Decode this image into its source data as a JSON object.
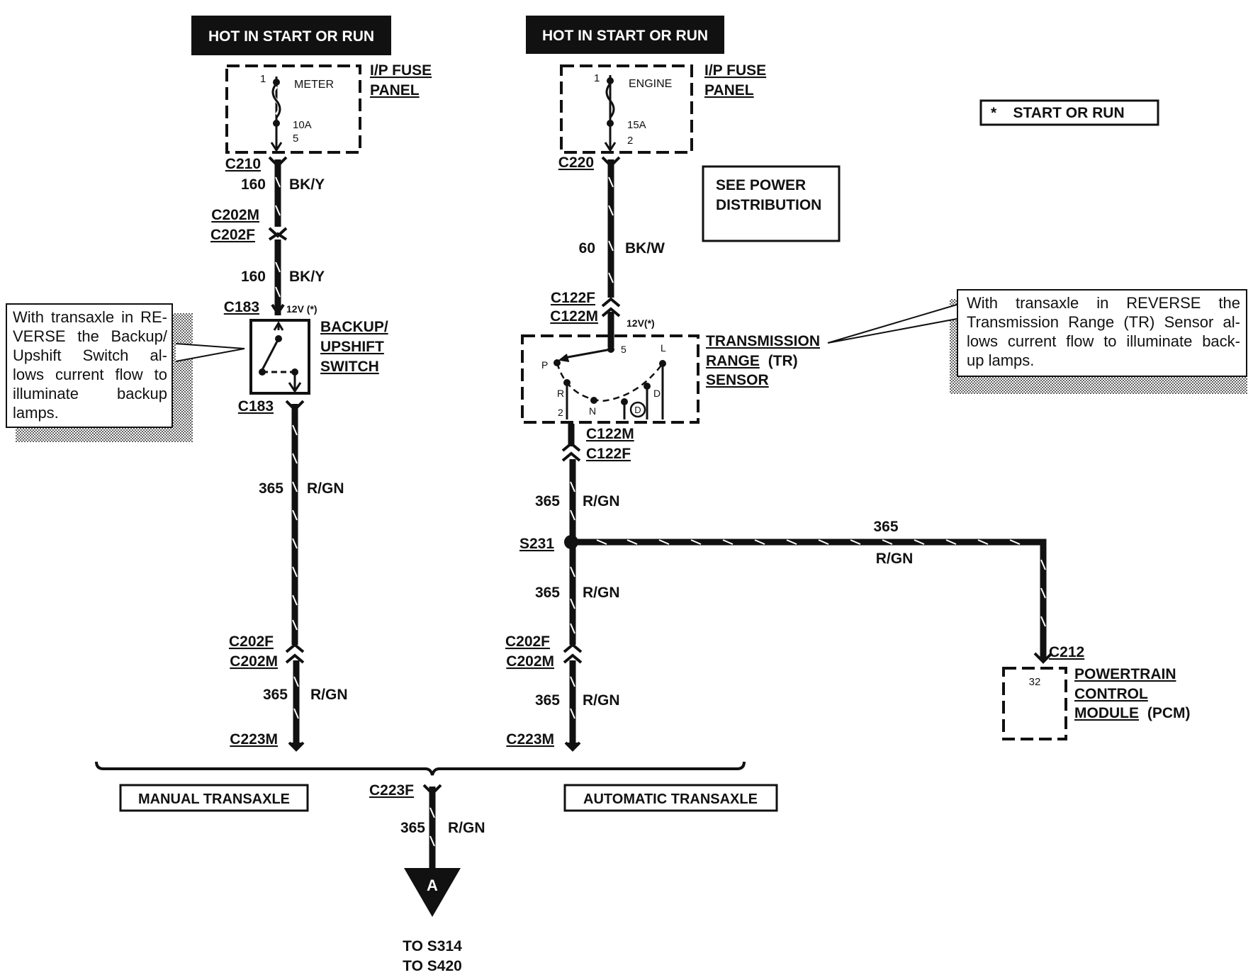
{
  "headers": {
    "left": "HOT IN START OR RUN",
    "right": "HOT IN START OR RUN"
  },
  "legend": "*    START OR RUN",
  "fuse_left": {
    "panel": [
      "I/P FUSE",
      "PANEL"
    ],
    "name": "METER",
    "pin_in": "1",
    "rating": "10A",
    "pin_out": "5"
  },
  "fuse_right": {
    "panel": [
      "I/P FUSE",
      "PANEL"
    ],
    "name": "ENGINE",
    "pin_in": "1",
    "rating": "15A",
    "pin_out": "2"
  },
  "power_box": [
    "SEE POWER",
    "DISTRIBUTION"
  ],
  "connectors": {
    "c210": "C210",
    "c220": "C220",
    "c202m_a": "C202M",
    "c202f_a": "C202F",
    "c183_top": "C183",
    "c183_bot": "C183",
    "c122f_top": "C122F",
    "c122m_top": "C122M",
    "c122m_bot": "C122M",
    "c122f_bot": "C122F",
    "s231": "S231",
    "c202f_l": "C202F",
    "c202m_l": "C202M",
    "c202f_r": "C202F",
    "c202m_r": "C202M",
    "c223m_l": "C223M",
    "c223m_r": "C223M",
    "c223f": "C223F",
    "c212": "C212"
  },
  "wires": {
    "w1_num": "160",
    "w1_col": "BK/Y",
    "w2_num": "160",
    "w2_col": "BK/Y",
    "w3_num": "365",
    "w3_col": "R/GN",
    "w4_num": "365",
    "w4_col": "R/GN",
    "w5_num": "60",
    "w5_col": "BK/W",
    "w6_num": "365",
    "w6_col": "R/GN",
    "w7_num": "365",
    "w7_col": "R/GN",
    "w8_num": "365",
    "w8_col": "R/GN",
    "w9_num": "365",
    "w9_col": "R/GN",
    "w10_num": "365",
    "w10_col": "R/GN"
  },
  "voltages": {
    "left": "12V (*)",
    "right": "12V(*)"
  },
  "switch_label": [
    "BACKUP/",
    "UPSHIFT",
    "SWITCH"
  ],
  "tr_sensor": {
    "label": [
      "TRANSMISSION",
      "RANGE",
      "(TR)",
      "SENSOR"
    ],
    "pin_top": "5",
    "pin_bot": "2",
    "positions": [
      "P",
      "R",
      "N",
      "D",
      "D",
      "L"
    ]
  },
  "pcm": {
    "pin": "32",
    "label": [
      "POWERTRAIN",
      "CONTROL",
      "MODULE",
      "(PCM)"
    ]
  },
  "notes": {
    "left": [
      "With transaxle in RE-",
      "VERSE the Backup/",
      "Upshift Switch al-",
      "lows current flow to",
      "illuminate backup",
      "lamps."
    ],
    "right": [
      "With transaxle in REVERSE the",
      "Transmission Range (TR) Sensor al-",
      "lows current flow to illuminate back-",
      "up lamps."
    ]
  },
  "bottom": {
    "manual": "MANUAL TRANSAXLE",
    "automatic": "AUTOMATIC TRANSAXLE",
    "marker": "A",
    "to1": "TO S314",
    "to2": "TO S420"
  }
}
